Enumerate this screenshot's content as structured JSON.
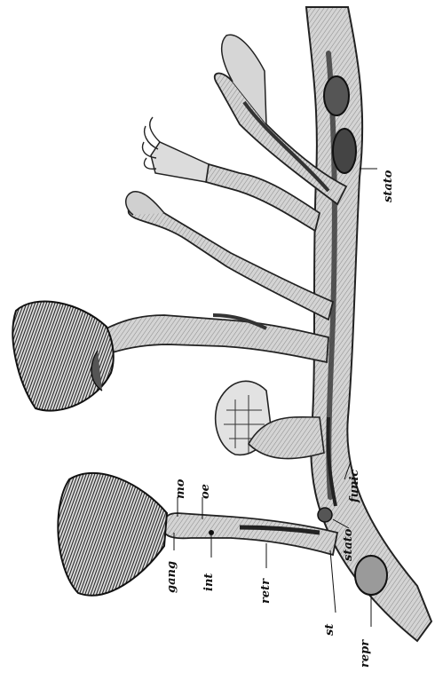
{
  "figure": {
    "labels": {
      "stato_upper": "stato",
      "mo": "mo",
      "oe": "oe",
      "funic": "funic",
      "stato_lower": "stato",
      "gang": "gang",
      "int": "int",
      "retr": "retr",
      "st": "st",
      "repr": "repr"
    },
    "colors": {
      "ink": "#111111",
      "tissue": "#bdbdbd",
      "dark_tissue": "#3a3a3a",
      "paper": "#ffffff"
    }
  }
}
